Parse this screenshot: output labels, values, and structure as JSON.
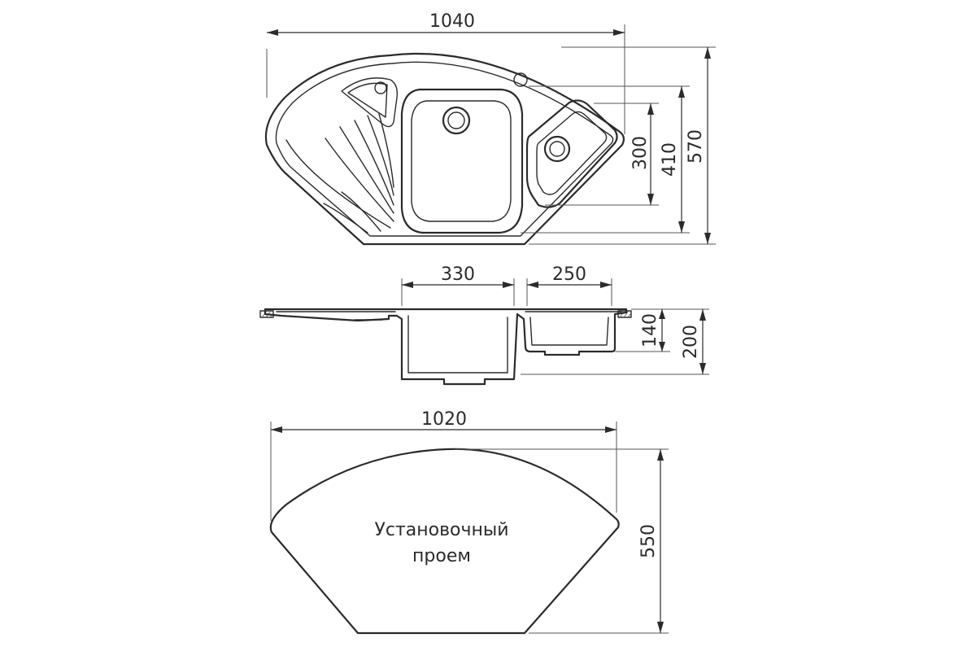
{
  "top_view": {
    "width": "1040",
    "depth": "570",
    "bowl_depth": "410",
    "small_bowl_depth": "300"
  },
  "side_view": {
    "main_bowl_width": "330",
    "small_bowl_width": "250",
    "small_bowl_height": "140",
    "main_bowl_height": "200"
  },
  "cutout_view": {
    "width": "1020",
    "depth": "550",
    "label_line1": "Установочный",
    "label_line2": "проем"
  },
  "colors": {
    "line": "#2b2b2b",
    "background": "#ffffff"
  }
}
